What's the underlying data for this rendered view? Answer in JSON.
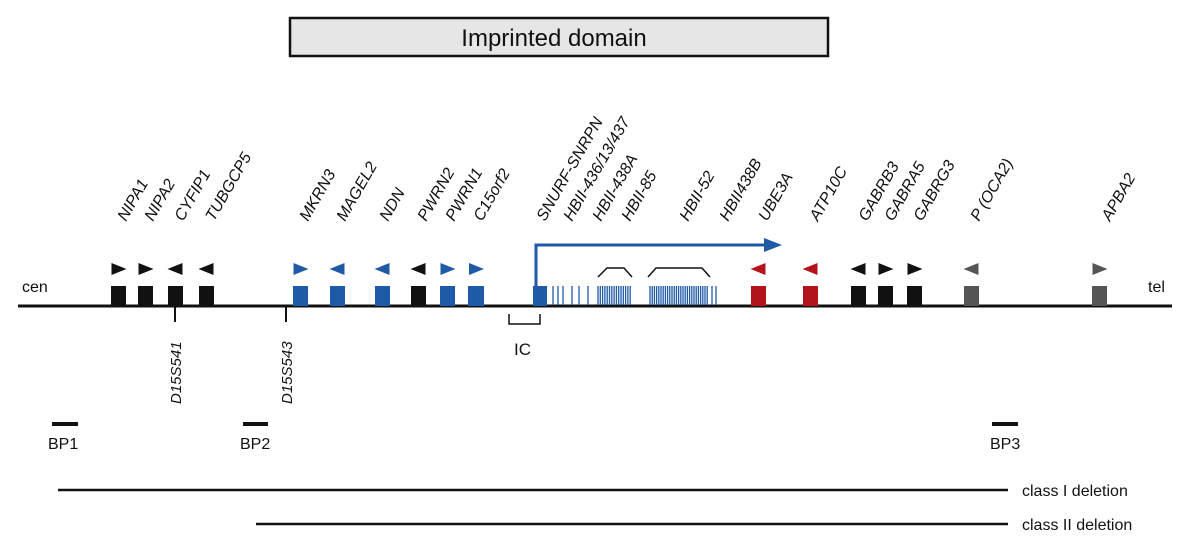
{
  "title": "Imprinted domain",
  "chromosome": {
    "left_end": "cen",
    "right_end": "tel"
  },
  "colors": {
    "black": "#111111",
    "paternal": "#1f5aa6",
    "maternal": "#b3141b",
    "gray": "#555555",
    "title_fill": "#e6e6e6"
  },
  "genes": [
    {
      "name": "NIPA1",
      "color": "black",
      "direction": "right"
    },
    {
      "name": "NIPA2",
      "color": "black",
      "direction": "right"
    },
    {
      "name": "CYFIP1",
      "color": "black",
      "direction": "left"
    },
    {
      "name": "TUBGCP5",
      "color": "black",
      "direction": "left"
    },
    {
      "name": "MKRN3",
      "color": "paternal",
      "direction": "right"
    },
    {
      "name": "MAGEL2",
      "color": "paternal",
      "direction": "left"
    },
    {
      "name": "NDN",
      "color": "paternal",
      "direction": "left"
    },
    {
      "name": "PWRN2",
      "color": "black",
      "direction": "left"
    },
    {
      "name": "PWRN1",
      "color": "paternal",
      "direction": "right"
    },
    {
      "name": "C15orf2",
      "color": "paternal",
      "direction": "right"
    },
    {
      "name": "SNURF-SNRPN",
      "color": "paternal",
      "direction": "none"
    },
    {
      "name": "HBII-436/13/437",
      "color": "paternal",
      "direction": "none"
    },
    {
      "name": "HBII-438A",
      "color": "paternal",
      "direction": "none"
    },
    {
      "name": "HBII-85",
      "color": "paternal",
      "direction": "none"
    },
    {
      "name": "HBII-52",
      "color": "paternal",
      "direction": "none"
    },
    {
      "name": "HBII438B",
      "color": "paternal",
      "direction": "none"
    },
    {
      "name": "UBE3A",
      "color": "maternal",
      "direction": "left"
    },
    {
      "name": "ATP10C",
      "color": "maternal",
      "direction": "left"
    },
    {
      "name": "GABRB3",
      "color": "black",
      "direction": "left"
    },
    {
      "name": "GABRA5",
      "color": "black",
      "direction": "right"
    },
    {
      "name": "GABRG3",
      "color": "black",
      "direction": "right"
    },
    {
      "name": "P (OCA2)",
      "color": "gray",
      "direction": "left"
    },
    {
      "name": "APBA2",
      "color": "gray",
      "direction": "right"
    }
  ],
  "markers": [
    "D15S541",
    "D15S543"
  ],
  "ic_label": "IC",
  "breakpoints": [
    "BP1",
    "BP2",
    "BP3"
  ],
  "deletions": [
    "class I deletion",
    "class II deletion"
  ]
}
